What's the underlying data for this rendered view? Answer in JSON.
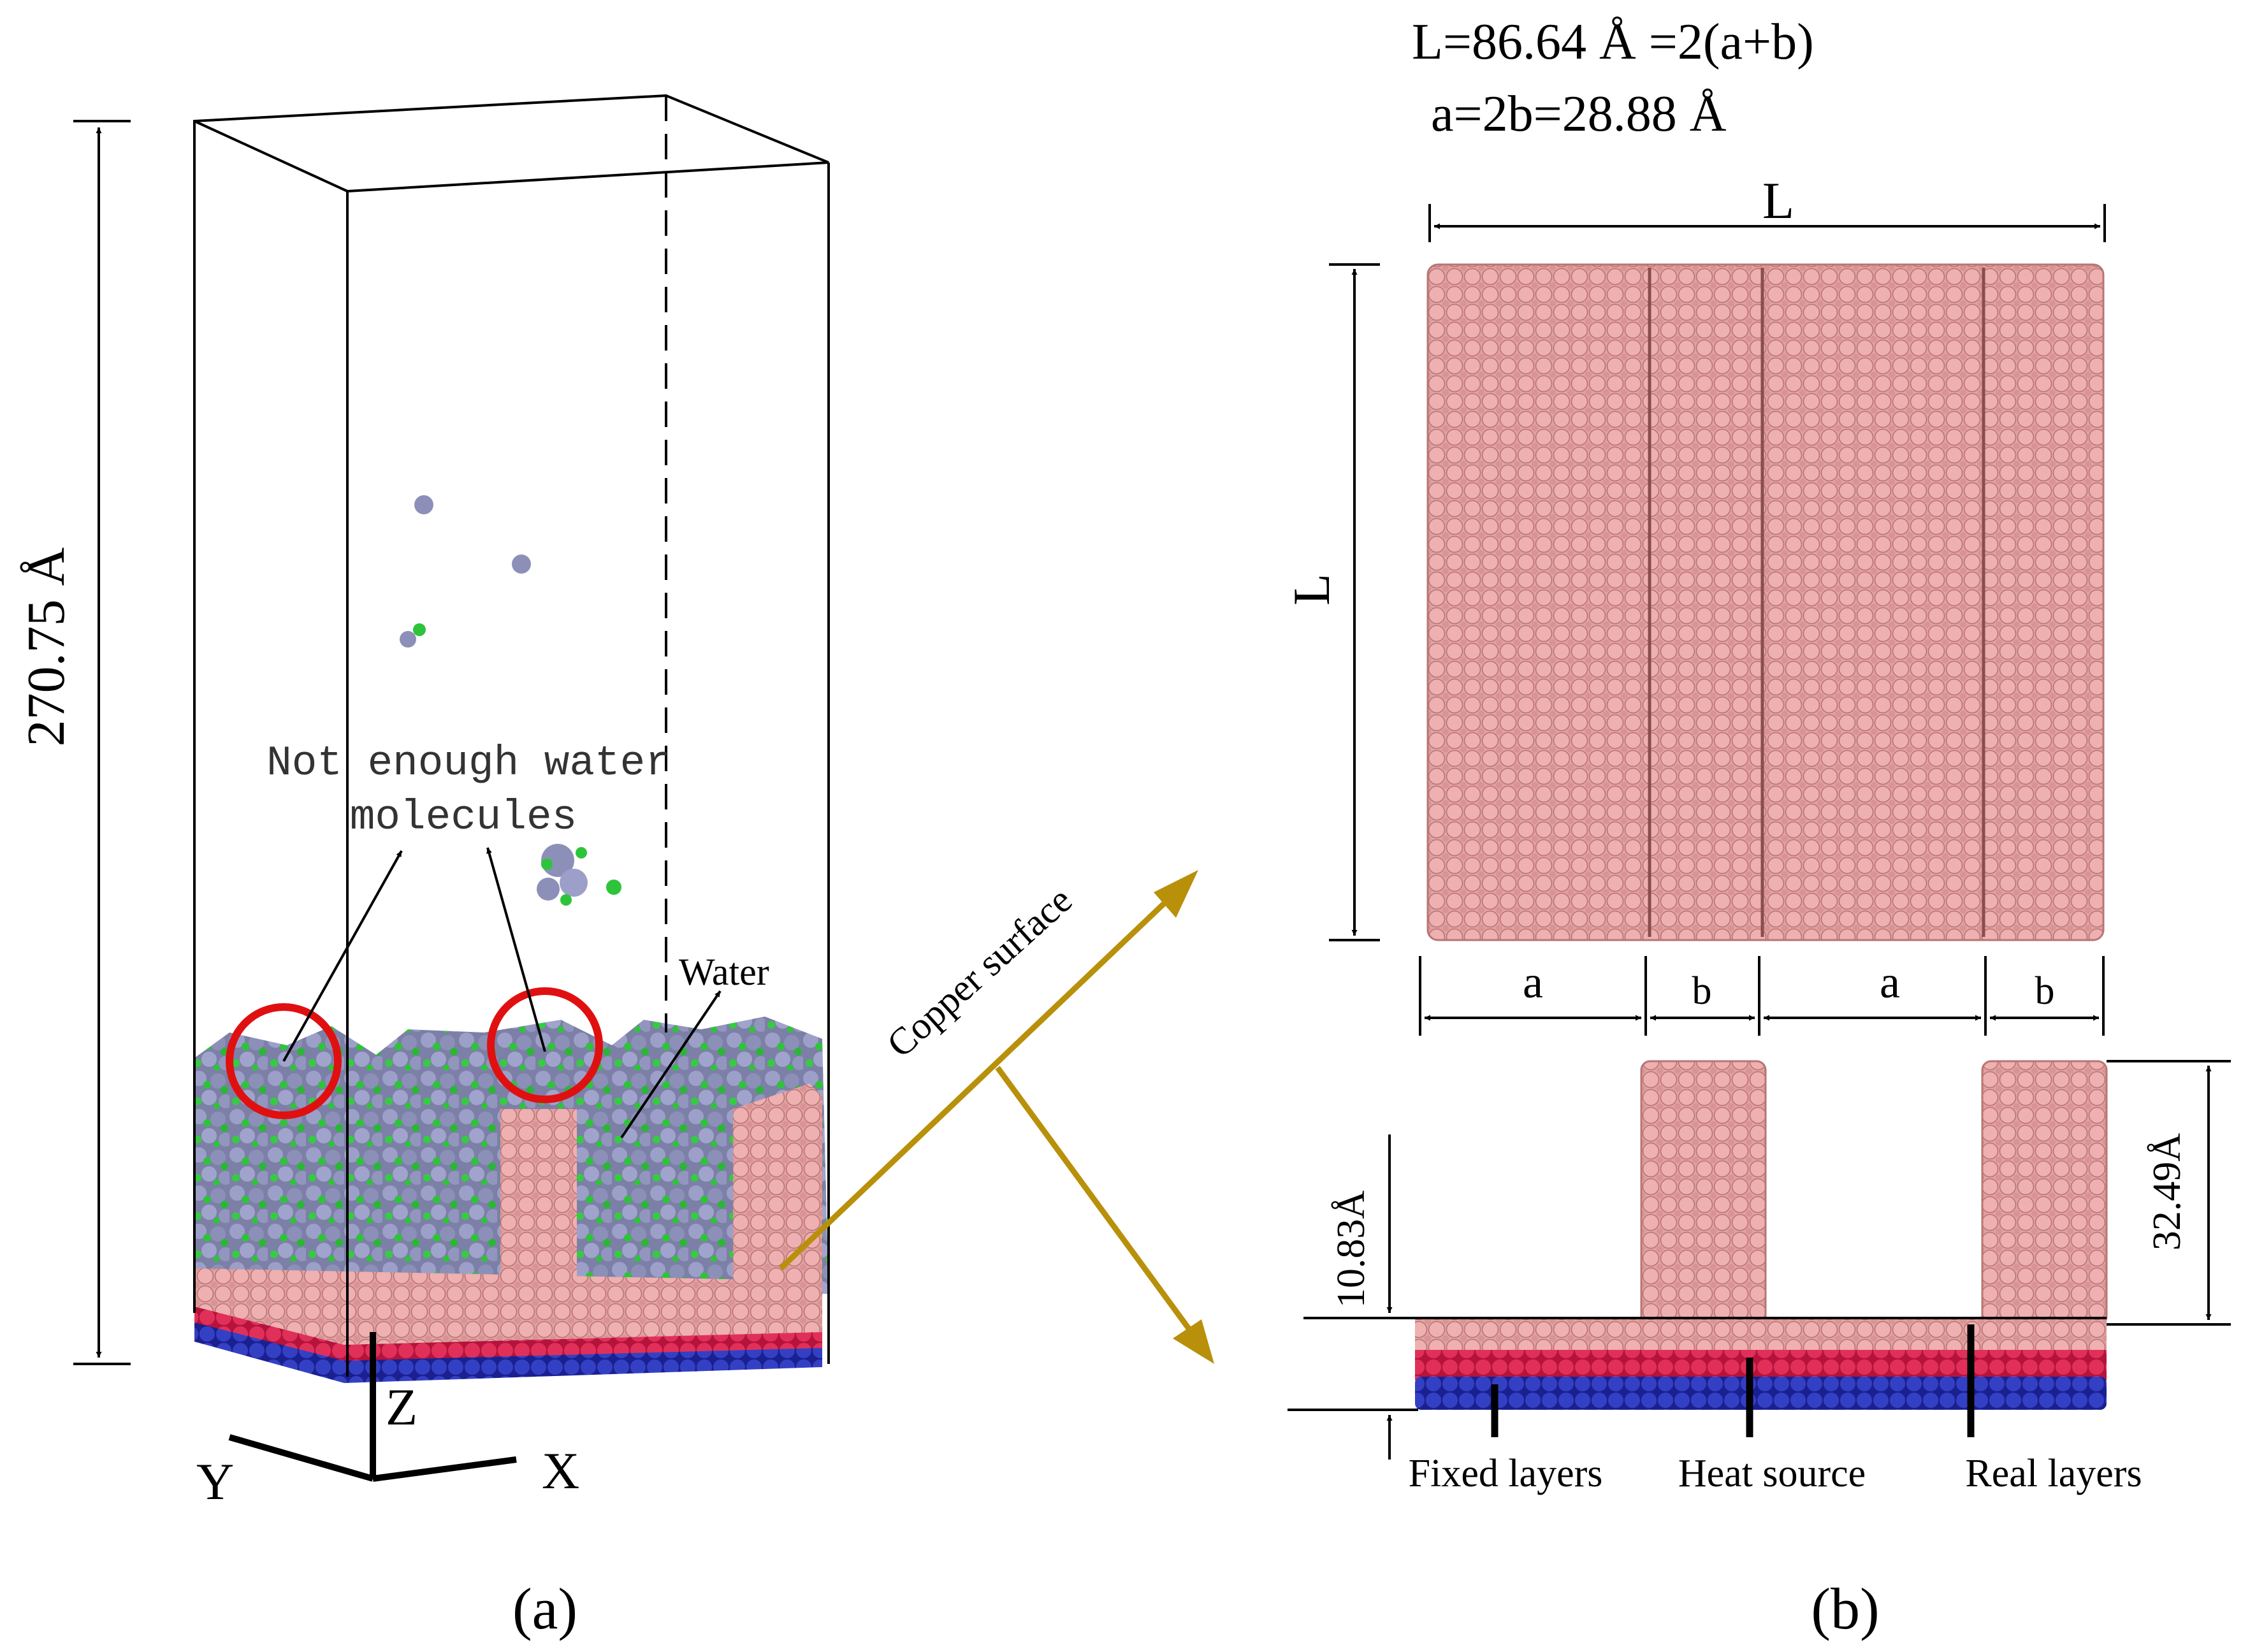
{
  "panel_a": {
    "label": "(a)",
    "height_label": "270.75 Å",
    "annotation_line1": "Not enough water",
    "annotation_line2": "molecules",
    "water_label": "Water",
    "axis_z": "Z",
    "axis_y": "Y",
    "axis_x": "X",
    "copper_surface_label": "Copper surface"
  },
  "panel_b": {
    "label": "(b)",
    "formula_line1": "L=86.64 Å =2(a+b)",
    "formula_line2": "a=2b=28.88 Å",
    "width_label": "L",
    "height_label": "L",
    "seg_a1": "a",
    "seg_b1": "b",
    "seg_a2": "a",
    "seg_b2": "b",
    "base_thickness": "10.83Å",
    "pillar_height": "32.49Å",
    "layer_fixed": "Fixed layers",
    "layer_heat": "Heat source",
    "layer_real": "Real layers"
  },
  "colors": {
    "copper": "#e8a2a2",
    "copper_edge": "#b06a6a",
    "heat_source": "#d6244e",
    "fixed": "#2b36b8",
    "water_oxygen": "#8a8fb8",
    "water_hydrogen": "#2ec43a",
    "highlight_circle": "#e01010",
    "arrow_gold": "#b8900a",
    "line": "#000000"
  }
}
